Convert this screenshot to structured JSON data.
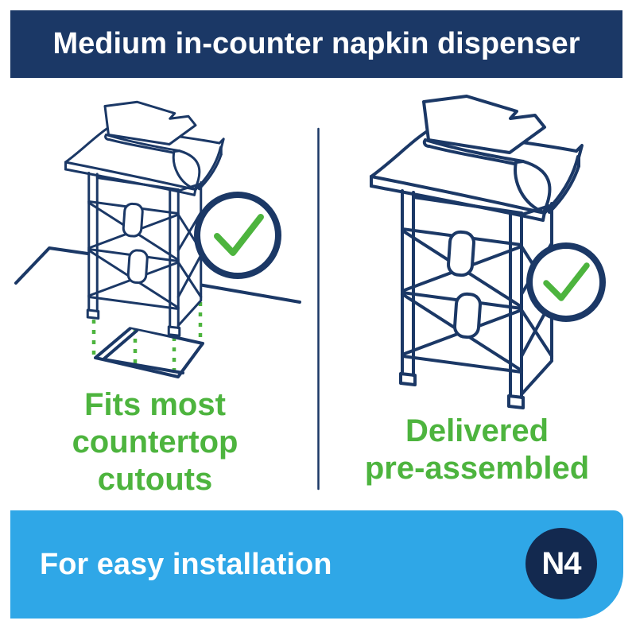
{
  "header": {
    "title": "Medium in-counter napkin dispenser"
  },
  "panels": {
    "left": {
      "lines": [
        "Fits most",
        "countertop",
        "cutouts"
      ],
      "alt": "In-counter napkin dispenser positioned above a countertop cutout, marked with a green check"
    },
    "right": {
      "lines": [
        "Delivered",
        "pre-assembled"
      ],
      "alt": "Fully assembled in-counter napkin dispenser, marked with a green check"
    }
  },
  "footer": {
    "text": "For easy installation",
    "badge": "N4"
  },
  "icons": {
    "left_check": "green-checkmark-circle",
    "right_check": "green-checkmark-circle"
  },
  "colors": {
    "navy": "#1b3866",
    "badge_navy": "#13294f",
    "light_blue": "#2fa7e7",
    "green": "#4db43e",
    "background": "#ffffff"
  }
}
